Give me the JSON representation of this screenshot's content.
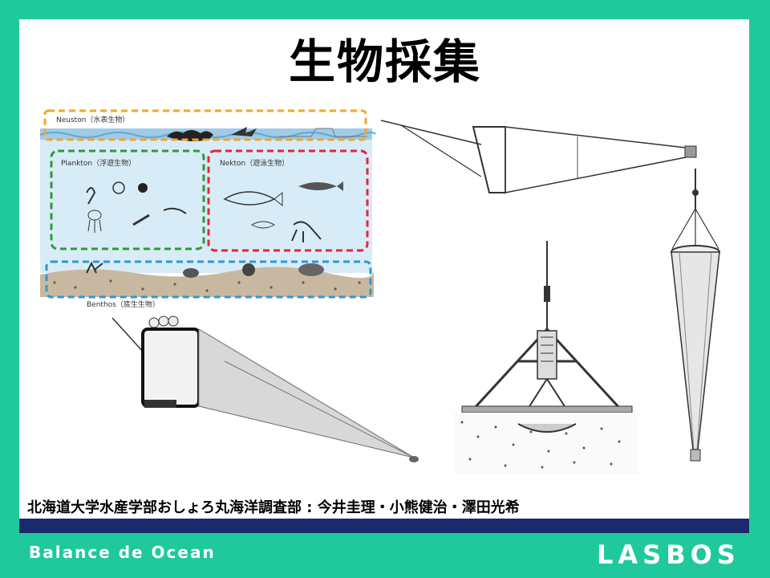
{
  "slide": {
    "title": "生物採集",
    "credit": "北海道大学水産学部おしょろ丸海洋調査部 : 今井圭理・小熊健治・澤田光希",
    "footer_left": "Balance de Ocean",
    "logo_text": "LASBOS"
  },
  "diagram": {
    "labels": {
      "neuston": "Neuston（水表生物）",
      "plankton": "Plankton（浮遊生物）",
      "nekton": "Nekton（遊泳生物）",
      "benthos": "Benthos（底生生物）"
    }
  },
  "colors": {
    "frame": "#20c99b",
    "navy": "#1a2a6c",
    "neuston_box": "#f2a52a",
    "plankton_box": "#2e9a3a",
    "nekton_box": "#e0283a",
    "benthos_box": "#2a9ad6",
    "water": "#cfe6f4"
  },
  "icons": [
    "neuston-net-icon",
    "plankton-net-icon",
    "grab-sampler-icon",
    "dredge-net-icon"
  ]
}
